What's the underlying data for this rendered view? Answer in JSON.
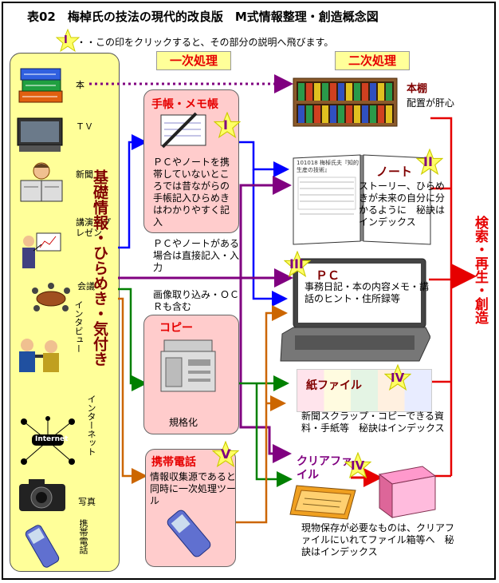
{
  "title": "表02　梅棹氏の技法の現代的改良版　M式情報整理・創造概念図",
  "legend": {
    "text": "・・この印をクリックすると、その部分の説明へ飛びます。",
    "star_label": "I"
  },
  "headers": {
    "primary": "一次処理",
    "secondary": "二次処理"
  },
  "sources": {
    "book": "本",
    "tv": "ＴＶ",
    "newspaper": "新聞",
    "lecture": "講演・プレゼン",
    "meeting": "会議",
    "interview": "インタビュー",
    "internet": "インターネット",
    "internet_logo": "Internet",
    "photo": "写真",
    "phone": "携帯電話"
  },
  "left_vertical": "基礎情報・ひらめき・気付き",
  "right_vertical": "検索・再生・創造",
  "memo": {
    "title": "手帳・メモ帳",
    "star": "I",
    "text": "ＰＣやノートを携帯していないところでは昔ながらの手帳記入ひらめきはわかりやすく記入"
  },
  "pc_note": "ＰＣやノートがある場合は直接記入・入力",
  "ocr_note": "画像取り込み・ＯＣＲも含む",
  "copy": {
    "title": "コピー",
    "text": "規格化"
  },
  "mobile": {
    "title": "携帯電話",
    "star": "V",
    "text": "情報収集源であると同時に一次処理ツール"
  },
  "bookshelf": {
    "title": "本棚",
    "text": "配置が肝心"
  },
  "notebook": {
    "title": "ノート",
    "star": "II",
    "text": "ストーリー、ひらめきが未来の自分に分かるように　秘訣はインデックス",
    "page_heading": "101018 梅棹氏夫『知的生産の技術』"
  },
  "pc": {
    "title": "ＰＣ",
    "star": "III",
    "text": "事務日記・本の内容メモ・講話のヒント・住所録等"
  },
  "paper_file": {
    "title": "紙ファイル",
    "star": "IV",
    "text": "新聞スクラップ・コピーできる資料・手紙等　秘訣はインデックス"
  },
  "clear_file": {
    "title": "クリアファイル",
    "star": "IV",
    "text": "現物保存が必要なものは、クリアファイルにいれてファイル箱等へ　秘訣はインデックス"
  },
  "colors": {
    "red": "#e60000",
    "purple": "#800080",
    "blue": "#0000ff",
    "green": "#008000",
    "orange": "#cc6600",
    "yellow": "#ffff99",
    "pink": "#ffcccc"
  }
}
